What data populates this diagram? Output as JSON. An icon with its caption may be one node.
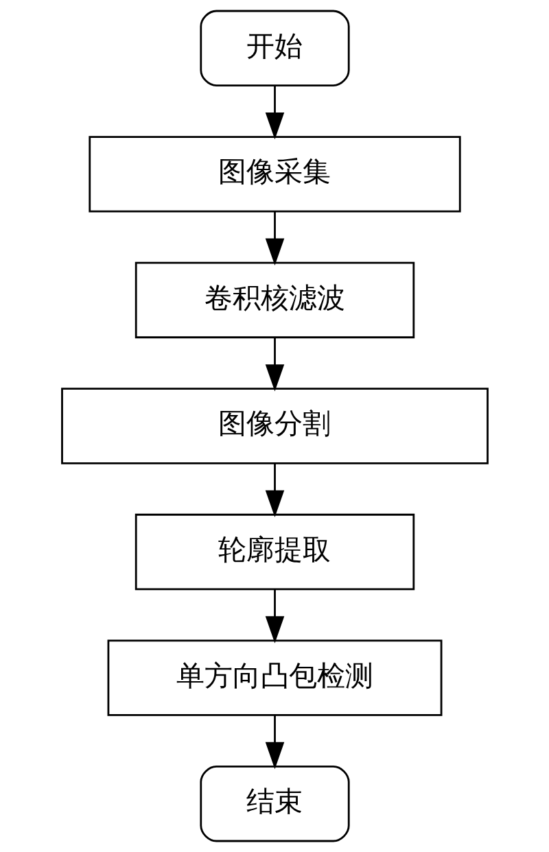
{
  "diagram": {
    "nodes": [
      {
        "text": [
          "开始"
        ]
      },
      {
        "text": [
          "图像采集"
        ]
      },
      {
        "text": [
          "卷积核滤波"
        ]
      },
      {
        "text": [
          "图像分割"
        ]
      },
      {
        "text": [
          "轮廓提取"
        ]
      },
      {
        "text": [
          "单方向凸包检测"
        ]
      },
      {
        "text": [
          "结束"
        ]
      }
    ],
    "edges": [
      {
        "from": 0,
        "to": 1,
        "arrow": "to"
      },
      {
        "from": 1,
        "to": 2,
        "arrow": "to"
      },
      {
        "from": 2,
        "to": 3,
        "arrow": "to"
      },
      {
        "from": 3,
        "to": 4,
        "arrow": "to"
      },
      {
        "from": 4,
        "to": 5,
        "arrow": "to"
      },
      {
        "from": 5,
        "to": 6,
        "arrow": "to"
      }
    ]
  }
}
